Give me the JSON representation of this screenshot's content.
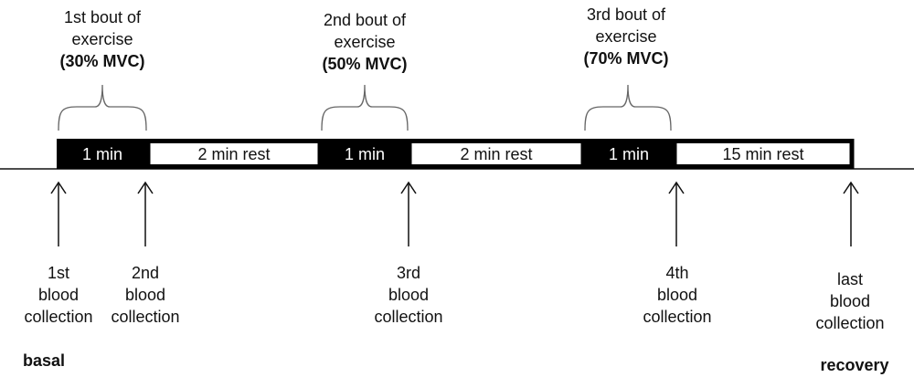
{
  "bouts": [
    {
      "line1": "1st bout of",
      "line2": "exercise",
      "intensity": "(30% MVC)"
    },
    {
      "line1": "2nd  bout of",
      "line2": "exercise",
      "intensity": "(50% MVC)"
    },
    {
      "line1": "3rd  bout of",
      "line2": "exercise",
      "intensity": "(70% MVC)"
    }
  ],
  "segments": [
    {
      "label": "1 min",
      "kind": "exercise"
    },
    {
      "label": "2 min rest",
      "kind": "rest"
    },
    {
      "label": "1 min",
      "kind": "exercise"
    },
    {
      "label": "2 min rest",
      "kind": "rest"
    },
    {
      "label": "1 min",
      "kind": "exercise"
    },
    {
      "label": "15 min rest",
      "kind": "rest"
    }
  ],
  "collections": [
    {
      "line1": "1st",
      "line2": "blood",
      "line3": "collection"
    },
    {
      "line1": "2nd",
      "line2": "blood",
      "line3": "collection"
    },
    {
      "line1": "3rd",
      "line2": "blood",
      "line3": "collection"
    },
    {
      "line1": "4th",
      "line2": "blood",
      "line3": "collection"
    },
    {
      "line1": "last",
      "line2": "blood",
      "line3": "collection"
    }
  ],
  "phases": {
    "start": "basal",
    "end": "recovery"
  }
}
